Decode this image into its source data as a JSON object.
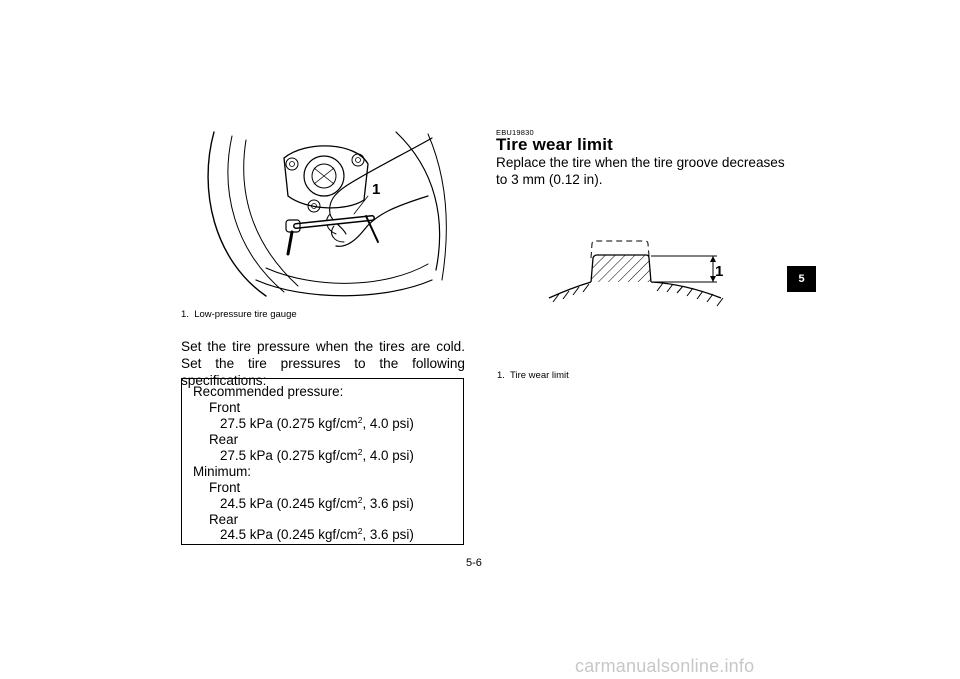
{
  "figure1": {
    "callout": "1",
    "caption": "1.  Low-pressure tire gauge"
  },
  "intro_text": "Set the tire pressure when the tires are cold. Set the tire pressures to the following specifications:",
  "specs": {
    "recommended_label": "Recommended pressure:",
    "front_label": "Front",
    "rear_label": "Rear",
    "minimum_label": "Minimum:",
    "rec_front": {
      "pre": "27.5 kPa (0.275 kgf/cm",
      "sup": "2",
      "post": ", 4.0 psi)"
    },
    "rec_rear": {
      "pre": "27.5 kPa (0.275 kgf/cm",
      "sup": "2",
      "post": ", 4.0 psi)"
    },
    "min_front": {
      "pre": "24.5 kPa (0.245 kgf/cm",
      "sup": "2",
      "post": ", 3.6 psi)"
    },
    "min_rear": {
      "pre": "24.5 kPa (0.245 kgf/cm",
      "sup": "2",
      "post": ", 3.6 psi)"
    }
  },
  "section": {
    "code": "EBU19830",
    "title": "Tire wear limit",
    "text": "Replace the tire when the tire groove decreases to 3 mm (0.12 in)."
  },
  "figure2": {
    "callout": "1",
    "caption": "1.  Tire wear limit"
  },
  "chapter_tab": "5",
  "page_number": "5-6",
  "watermark": "carmanualsonline.info"
}
